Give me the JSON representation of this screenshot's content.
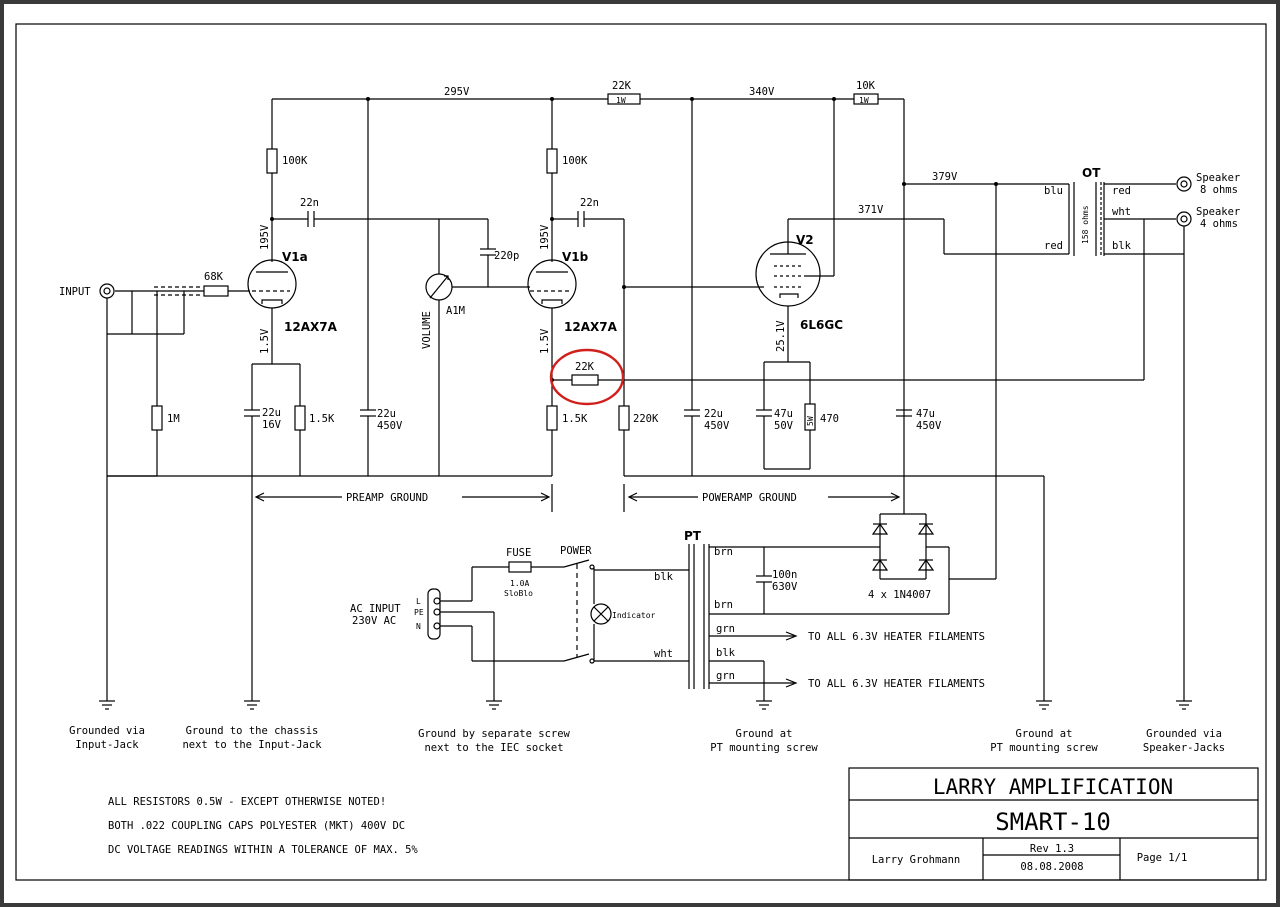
{
  "voltages": {
    "rail_preamp": "295V",
    "rail_power": "340V",
    "rail_ot": "379V",
    "rail_screen": "371V",
    "v1a_plate": "195V",
    "v1a_cathode": "1.5V",
    "v1b_plate": "195V",
    "v1b_cathode": "1.5V",
    "v2_cathode": "25.1V"
  },
  "components": {
    "r_22k_rail": "22K",
    "r_22k_rail_w": "1W",
    "r_10k_rail": "10K",
    "r_10k_rail_w": "1W",
    "r_100k_a": "100K",
    "r_100k_b": "100K",
    "r_68k": "68K",
    "r_1m": "1M",
    "r_1k5_a": "1.5K",
    "r_1k5_b": "1.5K",
    "r_220k": "220K",
    "r_470": "470",
    "r_470_w": "5W",
    "r_22k_fb": "22K",
    "c_22n_a": "22n",
    "c_22n_b": "22n",
    "c_220p": "220p",
    "c_22u_16_v": "22u",
    "c_22u_16_r": "16V",
    "c_22u_450_a_v": "22u",
    "c_22u_450_a_r": "450V",
    "c_22u_450_b_v": "22u",
    "c_22u_450_b_r": "450V",
    "c_47u_50_v": "47u",
    "c_47u_50_r": "50V",
    "c_47u_450_v": "47u",
    "c_47u_450_r": "450V",
    "c_100n_v": "100n",
    "c_100n_r": "630V",
    "pot": "A1M",
    "pot_label": "VOLUME",
    "v1a": "V1a",
    "v1b": "V1b",
    "v2": "V2",
    "tube_12ax7_a": "12AX7A",
    "tube_12ax7_b": "12AX7A",
    "tube_6l6": "6L6GC",
    "input": "INPUT",
    "ot": "OT",
    "ot_blu": "blu",
    "ot_red_pri": "red",
    "ot_red": "red",
    "ot_wht": "wht",
    "ot_blk": "blk",
    "ot_ohms": "158 ohms",
    "spk8_a": "Speaker",
    "spk8_b": "8 ohms",
    "spk4_a": "Speaker",
    "spk4_b": "4 ohms",
    "pt": "PT",
    "pt_brn1": "brn",
    "pt_brn2": "brn",
    "pt_blk": "blk",
    "pt_wht": "wht",
    "pt_grn1": "grn",
    "pt_blk2": "blk",
    "pt_grn2": "grn",
    "diodes": "4 x 1N4007",
    "fuse": "FUSE",
    "fuse_val1": "1.0A",
    "fuse_val2": "SloBlo",
    "power": "POWER",
    "indicator": "Indicator",
    "ac1": "AC INPUT",
    "ac2": "230V AC",
    "ac_l": "L",
    "ac_pe": "PE",
    "ac_n": "N",
    "heater1": "TO ALL 6.3V HEATER FILAMENTS",
    "heater2": "TO ALL 6.3V HEATER FILAMENTS",
    "preamp_ground": "PREAMP GROUND",
    "poweramp_ground": "POWERAMP GROUND"
  },
  "grounds": {
    "g1a": "Grounded via",
    "g1b": "Input-Jack",
    "g2a": "Ground to the chassis",
    "g2b": "next to the Input-Jack",
    "g3a": "Ground by separate screw",
    "g3b": "next to the IEC socket",
    "g4a": "Ground at",
    "g4b": "PT mounting screw",
    "g5a": "Ground at",
    "g5b": "PT mounting screw",
    "g6a": "Grounded via",
    "g6b": "Speaker-Jacks"
  },
  "notes": [
    "ALL RESISTORS 0.5W - EXCEPT OTHERWISE NOTED!",
    "BOTH .022 COUPLING CAPS POLYESTER (MKT) 400V DC",
    "DC VOLTAGE READINGS WITHIN A TOLERANCE OF MAX. 5%"
  ],
  "title_block": {
    "company": "LARRY AMPLIFICATION",
    "model": "SMART-10",
    "author": "Larry Grohmann",
    "rev": "Rev 1.3",
    "date": "08.08.2008",
    "page": "Page 1/1"
  },
  "colors": {
    "highlight": "#d0201c",
    "border": "#3a3a3a"
  }
}
